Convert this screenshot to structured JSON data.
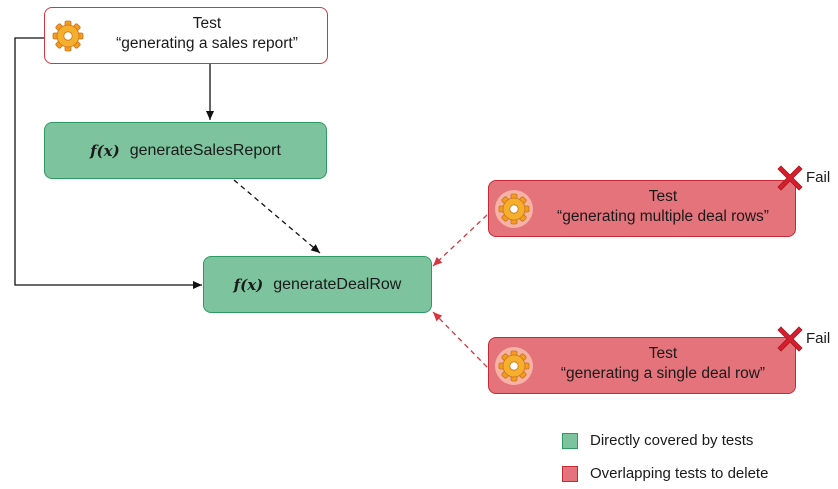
{
  "legend": {
    "items": [
      {
        "label": "Directly covered by tests",
        "color": "#7dc39d",
        "border": "#2f9a61"
      },
      {
        "label": "Overlapping tests to delete",
        "color": "#e5737b",
        "border": "#c52a35"
      }
    ]
  },
  "nodes": {
    "test_sales_report": {
      "heading": "Test",
      "name": "“generating a sales report”",
      "icon": "gear-icon"
    },
    "func_generate_sales_report": {
      "fx": "f(x)",
      "name": "generateSalesReport"
    },
    "func_generate_deal_row": {
      "fx": "f(x)",
      "name": "generateDealRow"
    },
    "test_multiple_deal_rows": {
      "heading": "Test",
      "name": "“generating multiple deal rows”",
      "icon": "gear-icon",
      "status": "Fail",
      "status_icon": "cross-icon"
    },
    "test_single_deal_row": {
      "heading": "Test",
      "name": "“generating a single deal row”",
      "icon": "gear-icon",
      "status": "Fail",
      "status_icon": "cross-icon"
    }
  },
  "colors": {
    "covered_fill": "#7dc39d",
    "covered_border": "#2f9a61",
    "overlap_fill": "#e5737b",
    "overlap_border": "#c52a35",
    "fail_cross": "#d61f2c",
    "red_arrow": "#d8343f",
    "black_arrow": "#111111"
  }
}
